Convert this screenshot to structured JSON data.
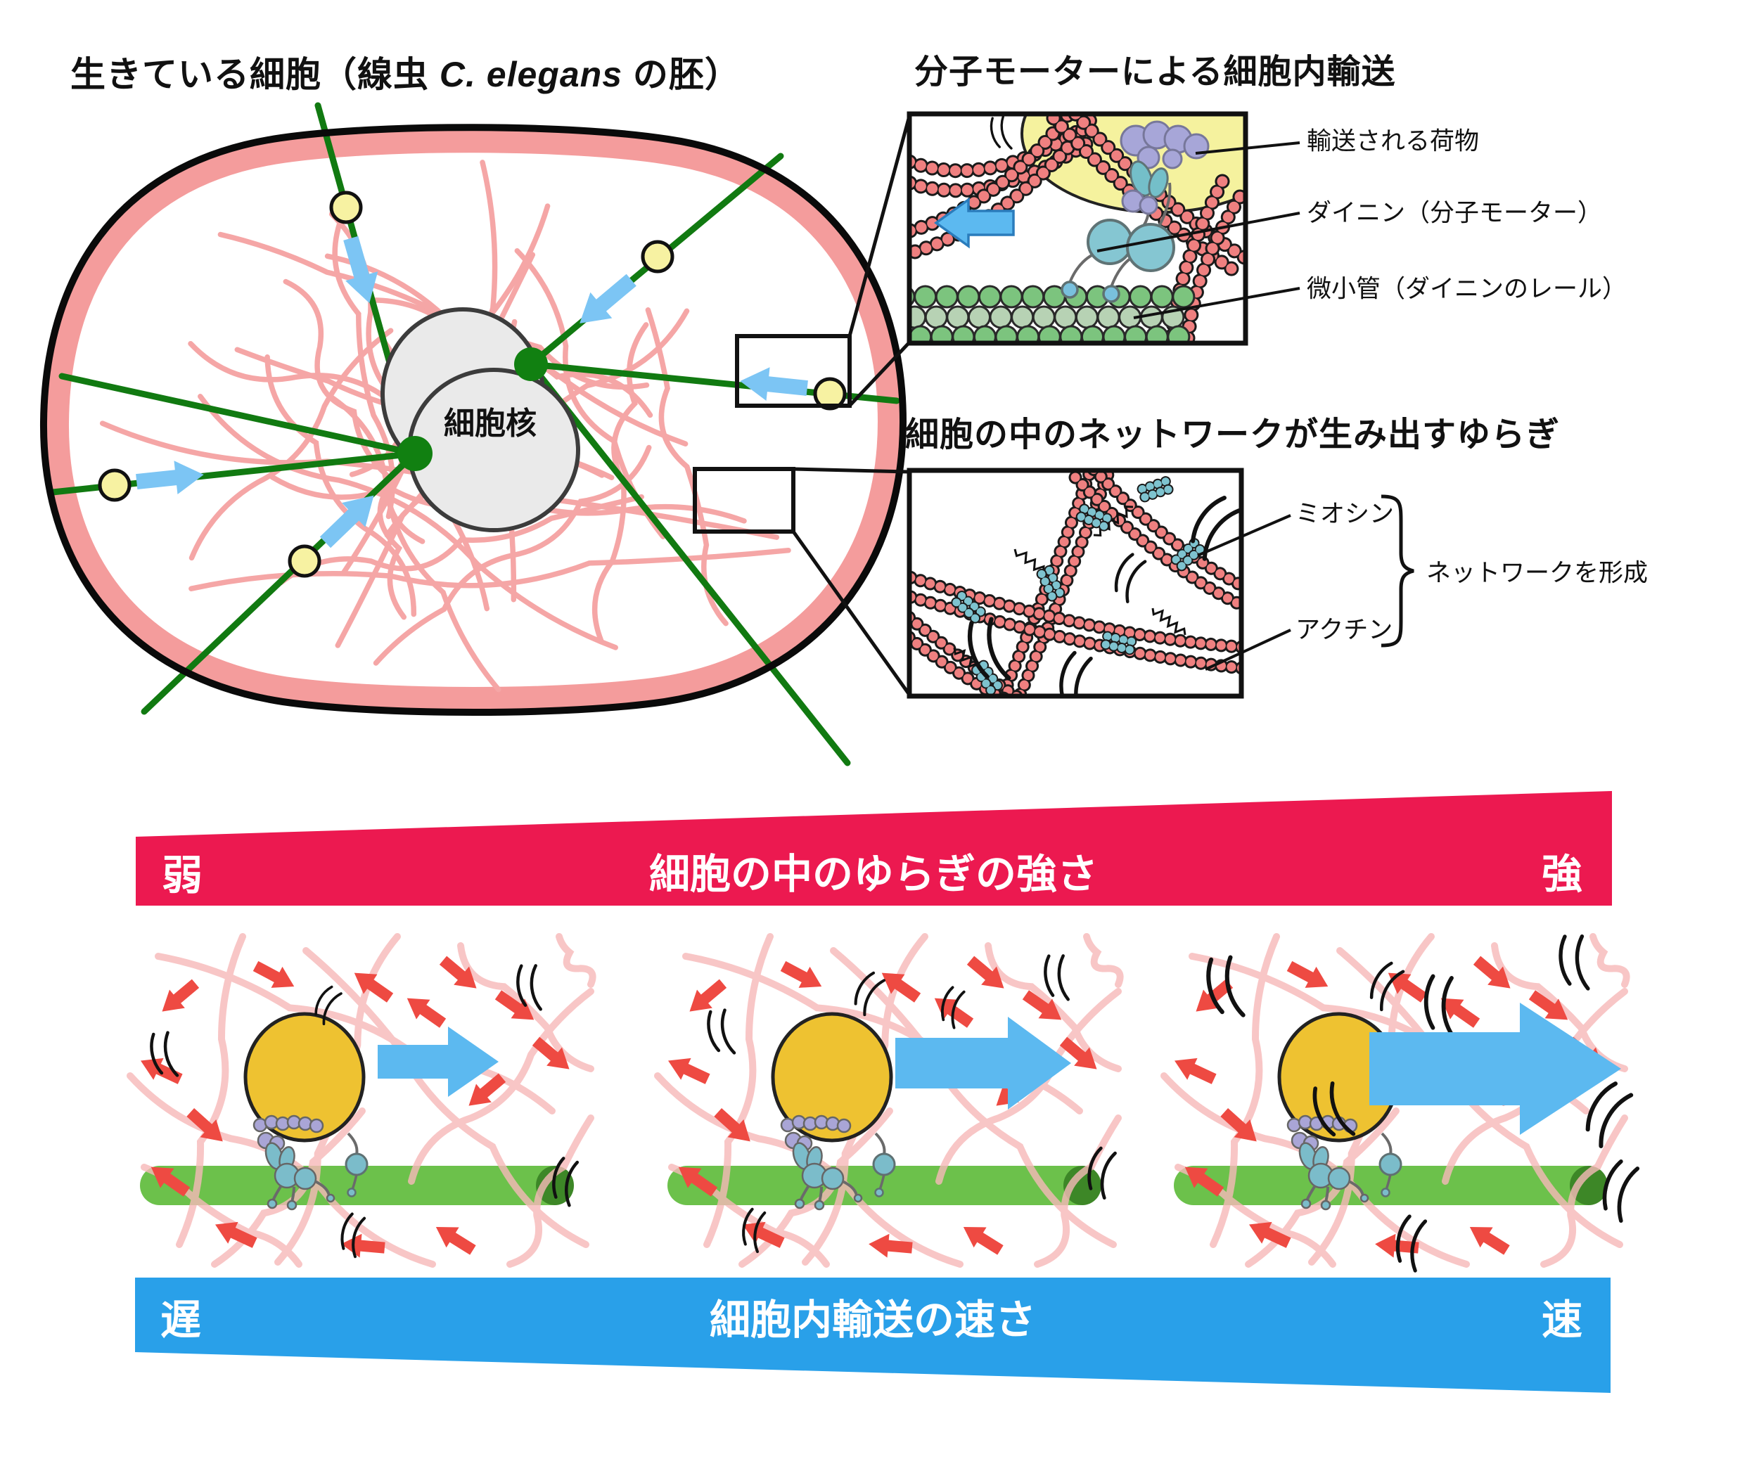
{
  "figure": {
    "cell_title": {
      "prefix": "生きている細胞（線虫 ",
      "species": "C. elegans",
      "suffix": " の胚）"
    },
    "nucleus_label": "細胞核"
  },
  "motor_inset": {
    "title": "分子モーターによる細胞内輸送",
    "cargo_label": "輸送される荷物",
    "dynein_label": "ダイニン（分子モーター）",
    "microtubule_label": "微小管（ダイニンのレール）"
  },
  "network_inset": {
    "title": "細胞の中のネットワークが生み出すゆらぎ",
    "myosin_label": "ミオシン",
    "actin_label": "アクチン",
    "brace_label": "ネットワークを形成"
  },
  "fluctuation_banner": {
    "left": "弱",
    "center": "細胞の中のゆらぎの強さ",
    "right": "強",
    "color": "#ec1950"
  },
  "transport_banner": {
    "left": "遅",
    "center": "細胞内輸送の速さ",
    "right": "速",
    "color": "#29a0e9"
  },
  "panels": [
    {
      "name": "weak-fluctuation",
      "transport_arrow": "small"
    },
    {
      "name": "medium-fluctuation",
      "transport_arrow": "medium"
    },
    {
      "name": "strong-fluctuation",
      "transport_arrow": "large"
    }
  ],
  "colors": {
    "cytoplasm_filament": "#f5a6a6",
    "panel_filament": "#f7b9b9",
    "cortex": "#f49c9c",
    "microtubule_line": "#117a11",
    "arrow_red": "#ee4a42",
    "arrow_blue": "#5cb9f0",
    "arrow_blue_small": "#7cc5f4",
    "actin_bead": "#ef8080",
    "mt_bead_green": "#7cc47e",
    "mt_bead_pale": "#b7d2b4",
    "myosin_teal": "#7ec3cf",
    "motor_teal": "#85c6d2",
    "adaptor_purple": "#a7a6d8",
    "vesicle_yellow": "#eec231",
    "cargo_yellow": "#f7f2a2",
    "tube_green": "#6cc14b",
    "tube_cap": "#3d8727"
  }
}
